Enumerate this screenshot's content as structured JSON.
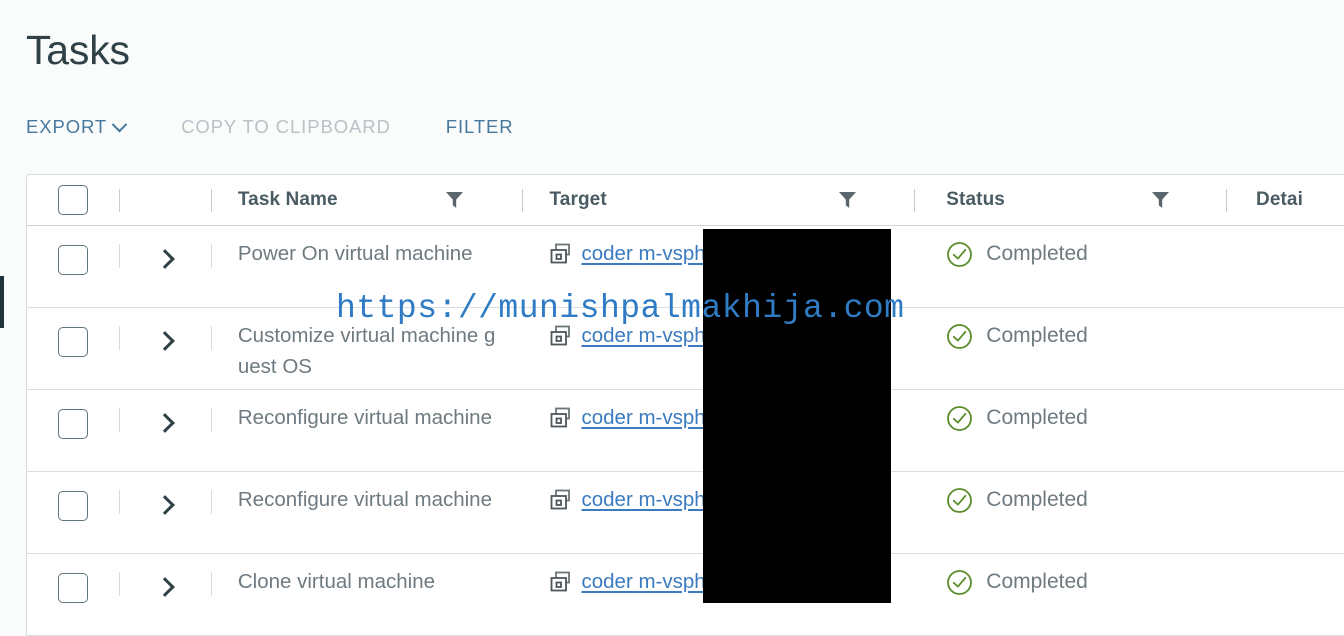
{
  "page": {
    "title": "Tasks",
    "background_color": "#fafbfb",
    "accent_color": "#48799e",
    "link_color": "#3a7bbf",
    "status_ok_color": "#5b8c2a",
    "title_color": "#2f4047"
  },
  "toolbar": {
    "export_label": "EXPORT",
    "copy_label": "COPY TO CLIPBOARD",
    "filter_label": "FILTER",
    "export_caret_icon": "chevron-down-icon",
    "copy_disabled": true
  },
  "table": {
    "columns": [
      {
        "key": "select",
        "label": "",
        "filterable": false
      },
      {
        "key": "expand",
        "label": "",
        "filterable": false
      },
      {
        "key": "name",
        "label": "Task Name",
        "filterable": true
      },
      {
        "key": "target",
        "label": "Target",
        "filterable": true
      },
      {
        "key": "status",
        "label": "Status",
        "filterable": true
      },
      {
        "key": "details",
        "label": "Detai",
        "filterable": false
      }
    ],
    "select_all_checked": false,
    "rows": [
      {
        "checked": false,
        "expanded": false,
        "name": "Power On virtual machine",
        "target_icon": "virtual-machine-icon",
        "target": "coder m-vsphere",
        "status_icon": "check-circle-icon",
        "status": "Completed",
        "details": ""
      },
      {
        "checked": false,
        "expanded": false,
        "name": "Customize virtual machine guest OS",
        "target_icon": "virtual-machine-icon",
        "target": "coder m-vsphere",
        "status_icon": "check-circle-icon",
        "status": "Completed",
        "details": ""
      },
      {
        "checked": false,
        "expanded": false,
        "name": "Reconfigure virtual machine",
        "target_icon": "virtual-machine-icon",
        "target": "coder m-vsphere",
        "status_icon": "check-circle-icon",
        "status": "Completed",
        "details": ""
      },
      {
        "checked": false,
        "expanded": false,
        "name": "Reconfigure virtual machine",
        "target_icon": "virtual-machine-icon",
        "target": "coder m-vsphere",
        "status_icon": "check-circle-icon",
        "status": "Completed",
        "details": ""
      },
      {
        "checked": false,
        "expanded": false,
        "name": "Clone virtual machine",
        "target_icon": "virtual-machine-icon",
        "target": "coder m-vsphere",
        "status_icon": "check-circle-icon",
        "status": "Completed",
        "details": ""
      }
    ]
  },
  "overlays": {
    "watermark_text": "https://munishpalmakhija.com",
    "watermark_color": "#2f7bc4",
    "redaction_color": "#000000"
  }
}
